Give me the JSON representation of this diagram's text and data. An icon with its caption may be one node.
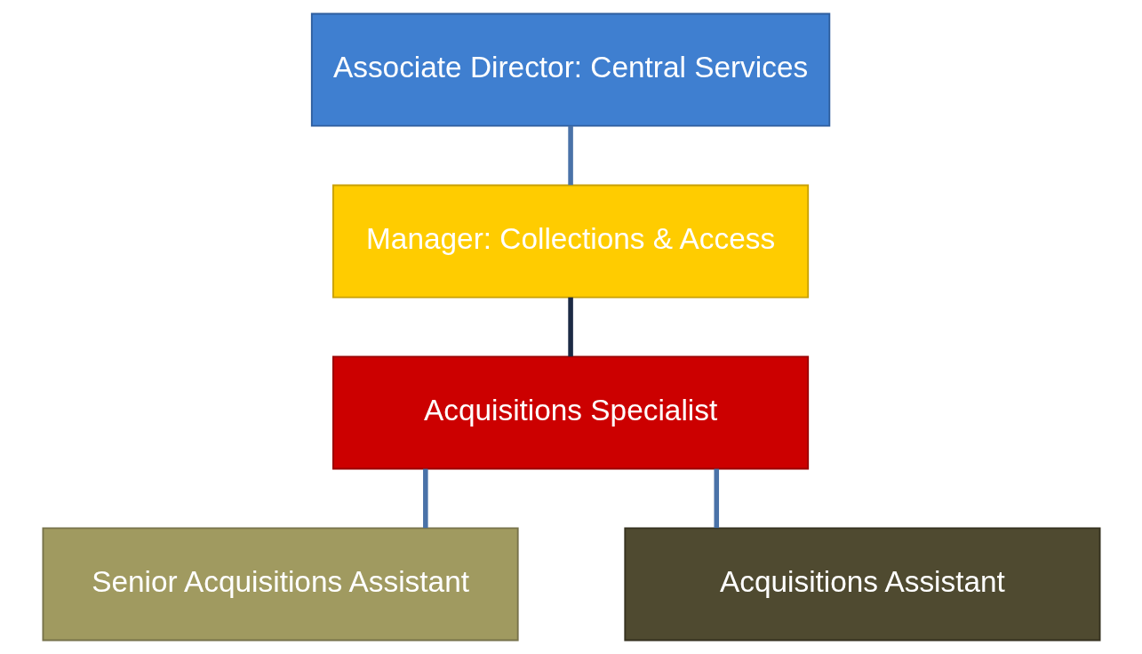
{
  "diagram": {
    "nodes": [
      {
        "text": [
          "Associate Director: Central Services"
        ]
      },
      {
        "text": [
          "Manager: Collections & Access"
        ]
      },
      {
        "text": [
          "Acquisitions Specialist"
        ]
      },
      {
        "text": [
          "Senior Acquisitions Assistant"
        ]
      },
      {
        "text": [
          "Acquisitions Assistant"
        ]
      }
    ],
    "edges": [
      {
        "from": 0,
        "to": 1,
        "arrow": "none"
      },
      {
        "from": 1,
        "to": 2,
        "arrow": "none",
        "color": "#1c2a44"
      },
      {
        "from": 2,
        "to": 3,
        "arrow": "none"
      },
      {
        "from": 2,
        "to": 4,
        "arrow": "none"
      }
    ]
  }
}
